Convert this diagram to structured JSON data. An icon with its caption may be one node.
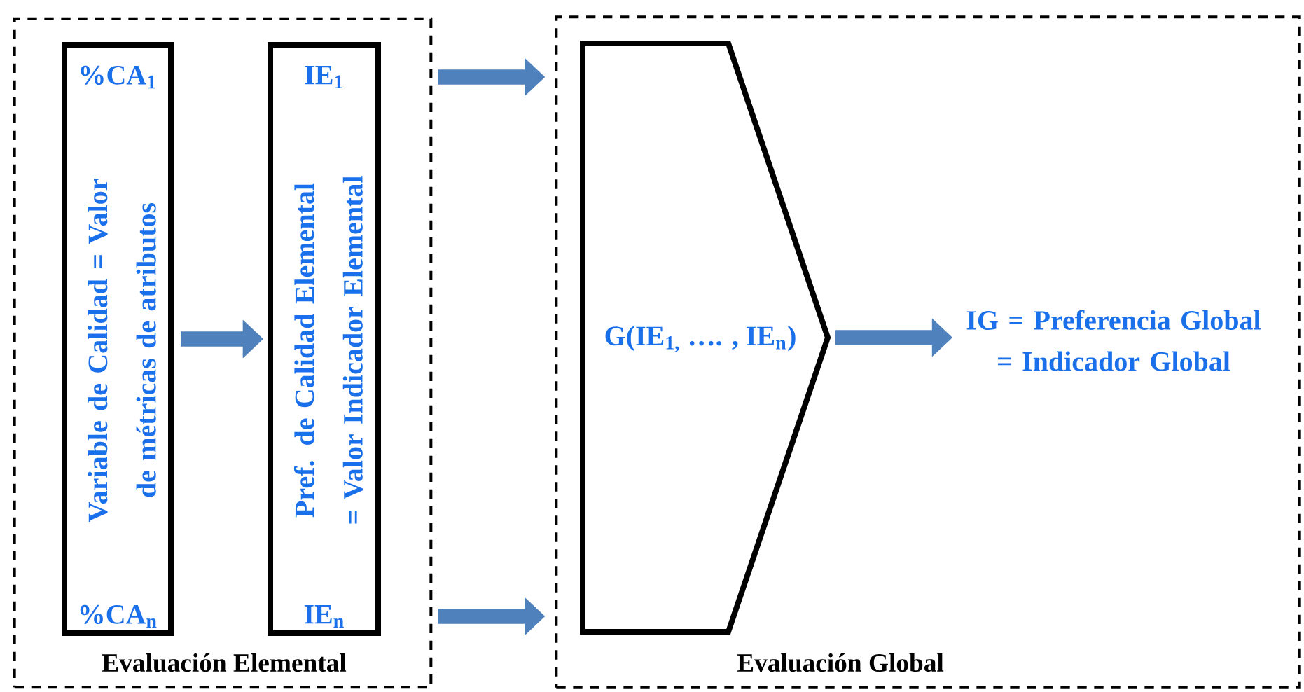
{
  "diagram": {
    "nodes": [
      {
        "text": [
          "Evaluación Elemental"
        ]
      },
      {
        "text": [
          "%CA$_{1}$",
          "Variable de Calidad = Valor de métricas de atributos",
          "%CA$_{n}$"
        ],
        "in": 0
      },
      {
        "text": [
          "IE$_{1}$",
          "Pref. de Calidad Elemental = Valor Indicador Elemental",
          "IE$_{n}$"
        ],
        "in": 0
      },
      {
        "text": [
          "Evaluación Global"
        ]
      },
      {
        "text": [
          "G(IE$_{1,}$ …. , IE$_{n}$)"
        ],
        "in": 3
      },
      {
        "text": [
          "IG  = Preferencia Global = Indicador Global"
        ],
        "in": 3
      }
    ],
    "edges": [
      {
        "from": 1,
        "to": 2,
        "arrow": "to"
      },
      {
        "from": 0,
        "to": 3,
        "arrow": "to"
      },
      {
        "from": 0,
        "to": 3,
        "arrow": "to"
      },
      {
        "from": 4,
        "to": 5,
        "arrow": "to"
      }
    ]
  }
}
